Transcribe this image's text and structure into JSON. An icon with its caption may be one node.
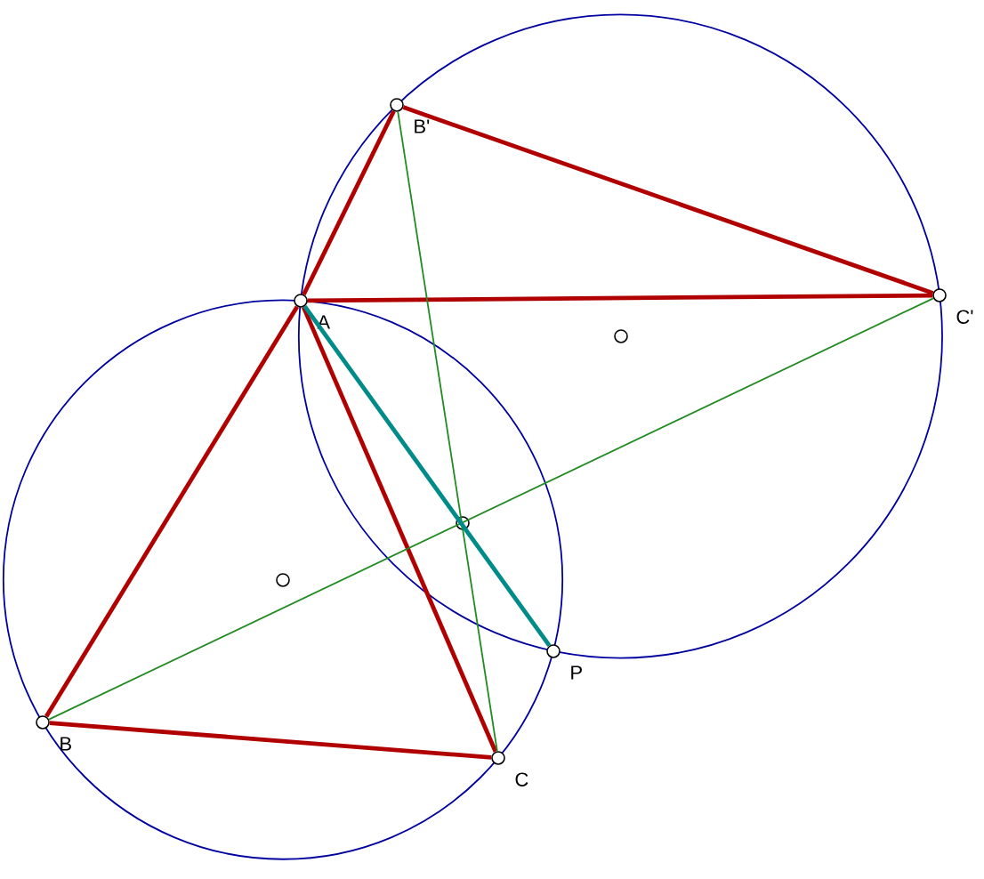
{
  "diagram": {
    "nodes": [
      {
        "text": [],
        "shape": "circle",
        "beside": [
          "A"
        ]
      },
      {
        "text": [],
        "shape": "circle",
        "beside": [
          "B'"
        ]
      },
      {
        "text": [],
        "shape": "circle",
        "beside": [
          "C'"
        ]
      },
      {
        "text": [],
        "shape": "circle",
        "beside": [
          "B"
        ]
      },
      {
        "text": [],
        "shape": "circle",
        "beside": [
          "C"
        ]
      },
      {
        "text": [],
        "shape": "circle",
        "beside": [
          "P"
        ]
      },
      {
        "text": [],
        "shape": "circle"
      },
      {
        "text": [],
        "shape": "circle"
      },
      {
        "text": [],
        "shape": "circle"
      }
    ],
    "edges": [
      {
        "from": 0,
        "to": 3,
        "arrow": "none"
      },
      {
        "from": 3,
        "to": 4,
        "arrow": "none"
      },
      {
        "from": 4,
        "to": 0,
        "arrow": "none"
      },
      {
        "from": 0,
        "to": 1,
        "arrow": "none"
      },
      {
        "from": 1,
        "to": 2,
        "arrow": "none"
      },
      {
        "from": 2,
        "to": 0,
        "arrow": "none"
      },
      {
        "from": 3,
        "to": 2,
        "arrow": "none",
        "color": "#228b22"
      },
      {
        "from": 4,
        "to": 1,
        "arrow": "none",
        "color": "#228b22"
      },
      {
        "from": 0,
        "to": 5,
        "arrow": "none",
        "color": "#008b8b"
      }
    ]
  }
}
